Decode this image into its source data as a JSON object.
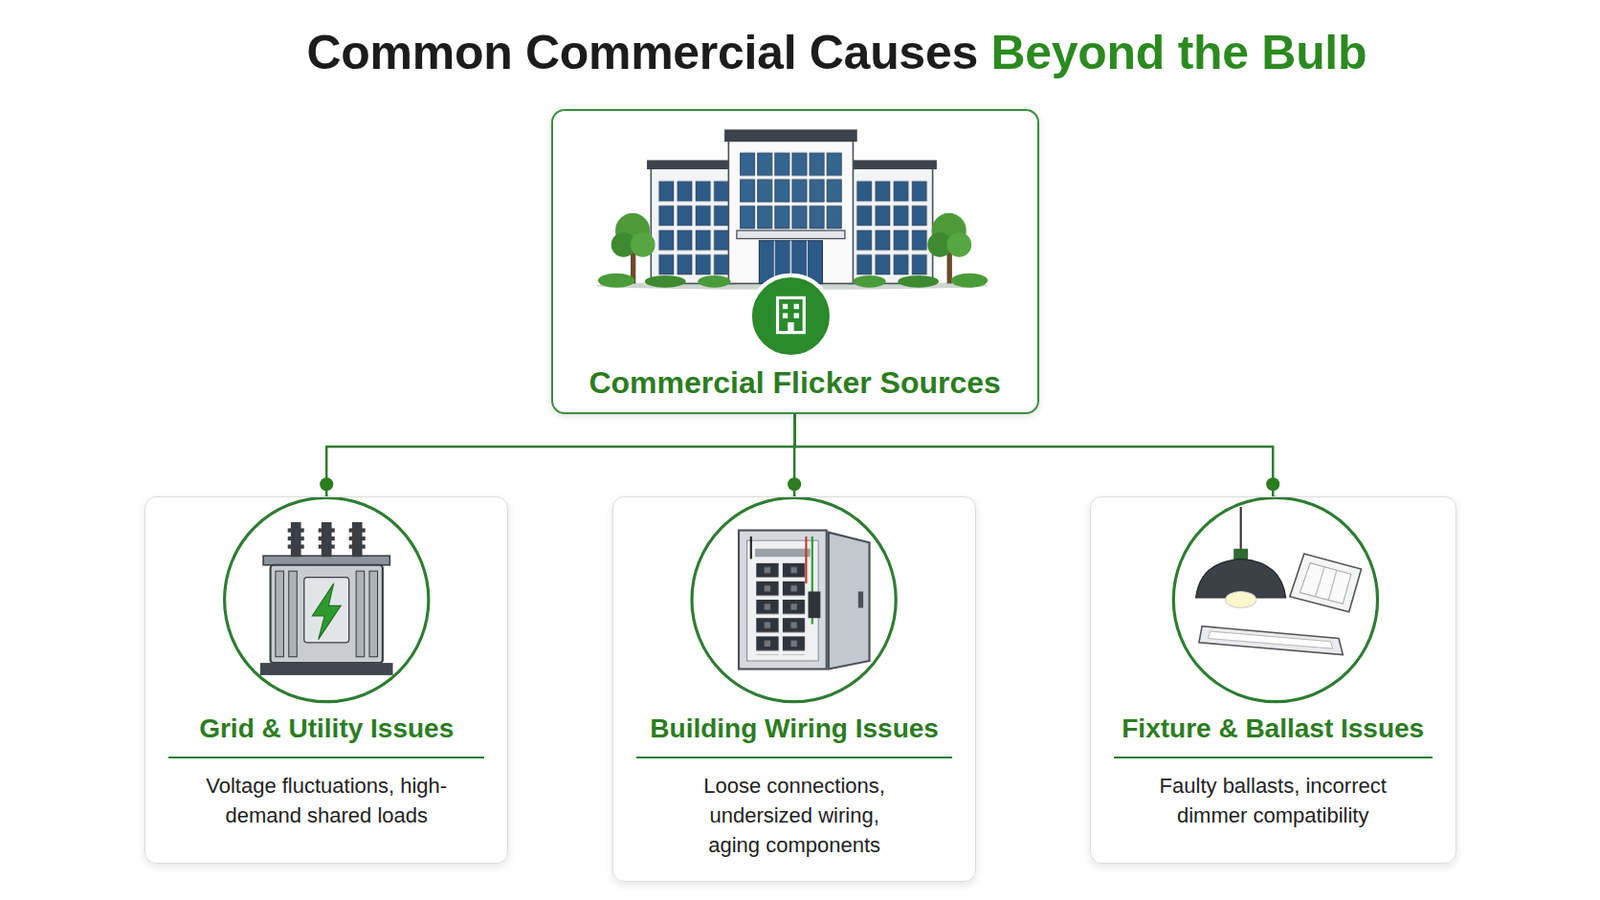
{
  "diagram": {
    "title": "Common Commercial Causes Beyond the Bulb",
    "nodes": [
      {
        "text": [
          "Commercial Flicker Sources"
        ]
      },
      {
        "text": [
          "Grid & Utility Issues",
          "Voltage fluctuations, high-demand shared loads"
        ]
      },
      {
        "text": [
          "Building Wiring Issues",
          "Loose connections, undersized wiring, aging components"
        ]
      },
      {
        "text": [
          "Fixture & Ballast Issues",
          "Faulty ballasts, incorrect dimmer compatibility"
        ]
      }
    ],
    "edges": [
      {
        "from": 0,
        "to": 1,
        "arrow": "none"
      },
      {
        "from": 0,
        "to": 2,
        "arrow": "none"
      },
      {
        "from": 0,
        "to": 3,
        "arrow": "none"
      }
    ]
  }
}
